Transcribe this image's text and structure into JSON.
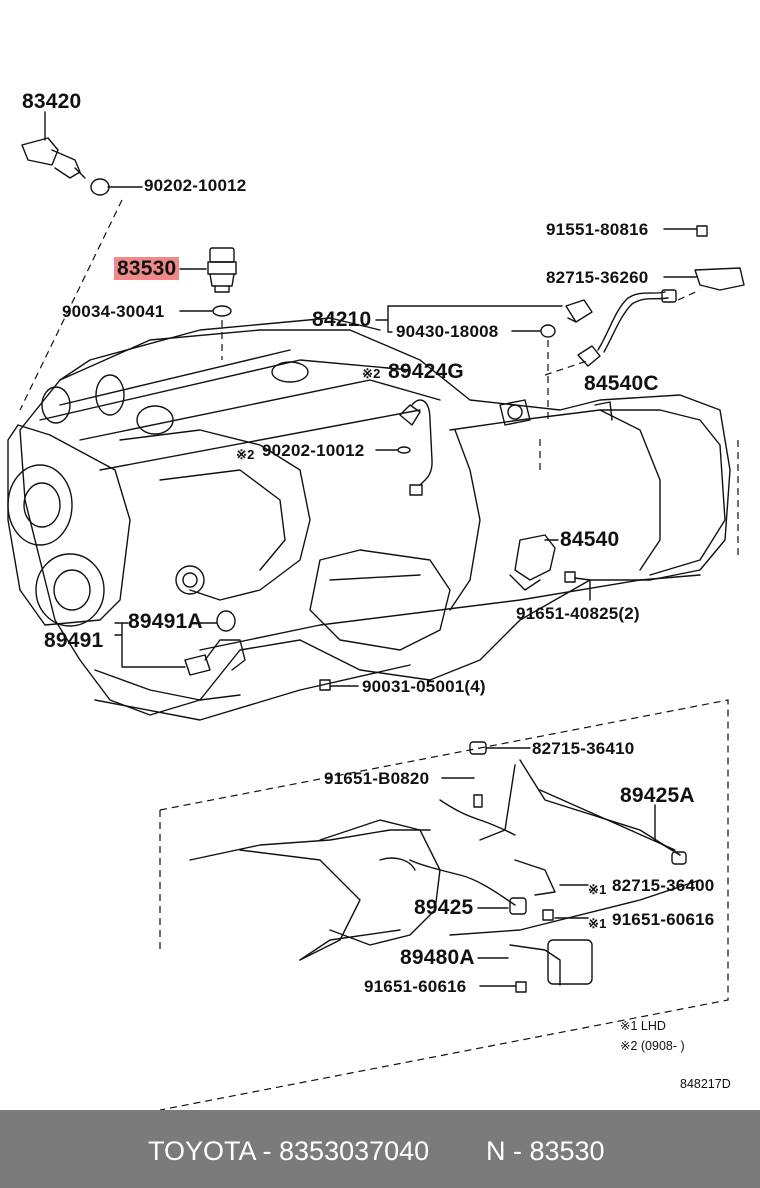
{
  "callouts": {
    "p83420": "83420",
    "p90202_top": "90202-10012",
    "p83530": "83530",
    "p90034": "90034-30041",
    "p84210": "84210",
    "p90430": "90430-18008",
    "p91551": "91551-80816",
    "p82715_36260": "82715-36260",
    "p84540C": "84540C",
    "p89424G": "89424G",
    "p90202_mid": "90202-10012",
    "p84540": "84540",
    "p91651_40825": "91651-40825(2)",
    "p89491A": "89491A",
    "p89491": "89491",
    "p90031": "90031-05001(4)",
    "p82715_36410": "82715-36410",
    "p91651_B0820": "91651-B0820",
    "p89425A": "89425A",
    "p82715_36400": "82715-36400",
    "p89425": "89425",
    "p91651_60616_a": "91651-60616",
    "p89480A": "89480A",
    "p91651_60616_b": "91651-60616",
    "mark1": "※1",
    "mark2": "※2"
  },
  "highlighted_part": "83530",
  "highlight_color": "#f08a8a",
  "notes": {
    "lhd": "※1 LHD",
    "date": "※2 (0908-        )"
  },
  "diagram_id": "848217D",
  "footer": {
    "brand_code": "TOYOTA - 8353037040",
    "part_ref": "N - 83530",
    "bg_color": "#7b7b7b"
  }
}
